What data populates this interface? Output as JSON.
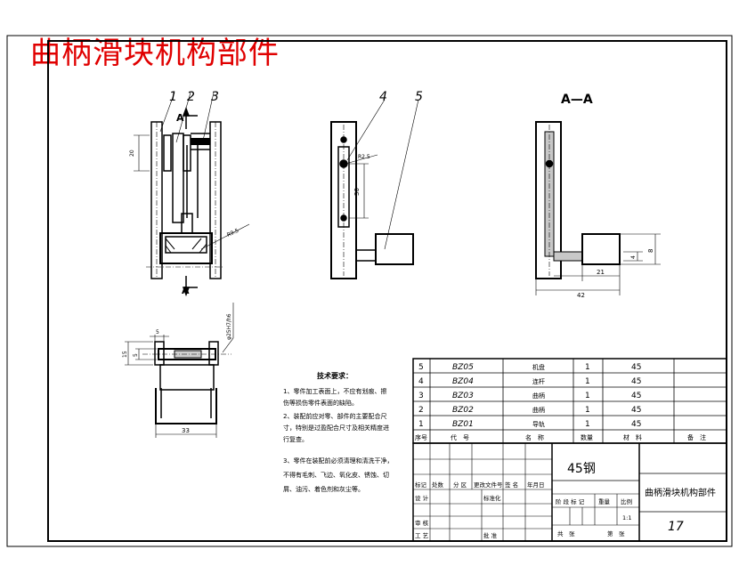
{
  "drawing": {
    "title": "曲柄滑块机构部件",
    "section_label": "A—A",
    "view_arrow_label": "A",
    "callouts": [
      "1",
      "2",
      "3",
      "4",
      "5"
    ],
    "dims": {
      "d20": "20",
      "r9": "R9.5",
      "r25": "R2.5",
      "d30": "30",
      "d5a": "5",
      "d5b": "5",
      "d15": "15",
      "fit": "φ25H7/h6",
      "d33": "33",
      "d21": "21",
      "d42": "42",
      "d8": "8",
      "d4": "4"
    }
  },
  "tech_req": {
    "heading": "技术要求：",
    "lines": [
      "1、零件加工表面上，不应有划痕、擦",
      "伤等损伤零件表面的缺陷。",
      "2、装配前应对零、部件的主要配合尺",
      "寸，特别是过盈配合尺寸及相关精度进",
      "行复查。",
      "3、零件在装配前必须清理和清洗干净，",
      "不得有毛刺、飞边、氧化皮、锈蚀、切",
      "屑、油污、着色剂和灰尘等。"
    ]
  },
  "parts_list": {
    "rows": [
      {
        "no": "5",
        "code": "BZ05",
        "name": "机盘",
        "qty": "1",
        "material": "45"
      },
      {
        "no": "4",
        "code": "BZ04",
        "name": "连杆",
        "qty": "1",
        "material": "45"
      },
      {
        "no": "3",
        "code": "BZ03",
        "name": "曲柄",
        "qty": "1",
        "material": "45"
      },
      {
        "no": "2",
        "code": "BZ02",
        "name": "曲柄",
        "qty": "1",
        "material": "45"
      },
      {
        "no": "1",
        "code": "BZ01",
        "name": "导轨",
        "qty": "1",
        "material": "45"
      }
    ],
    "headers": {
      "no": "序号",
      "code": "代　号",
      "name": "名　称",
      "qty": "数量",
      "material": "材　料",
      "note": "备　注"
    }
  },
  "title_block": {
    "material": "45钢",
    "name": "曲柄滑块机构部件",
    "mark_row": [
      "标记",
      "处数",
      "分 区",
      "更改文件号",
      "签 名",
      "年月日"
    ],
    "design": "设 计",
    "standard": "标准化",
    "stage": "阶 段 标 记",
    "weight": "重量",
    "scale_label": "比例",
    "scale": "1:1",
    "check": "审 核",
    "process": "工 艺",
    "approve": "批 准",
    "sheets_total": "共　张",
    "sheet_no": "第　张",
    "drawing_no": "17"
  }
}
